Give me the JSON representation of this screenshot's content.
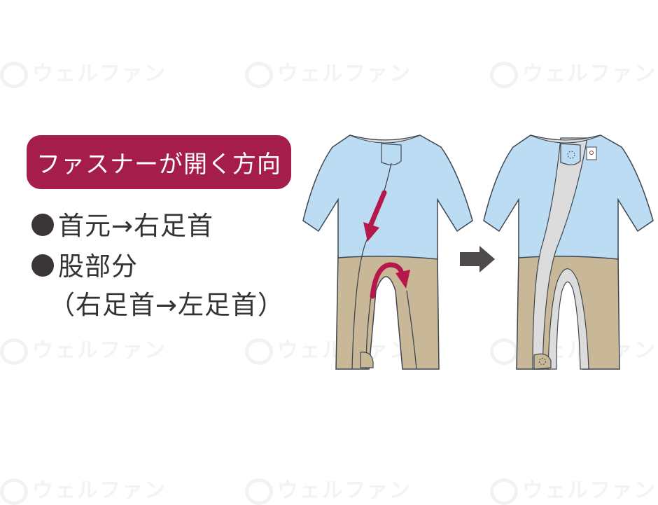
{
  "watermark": {
    "text": "ウェルファン",
    "color": "#f3f3f3"
  },
  "title": {
    "text": "ファスナーが開く方向",
    "bg_color": "#a51d4a",
    "text_color": "#ffffff"
  },
  "items": [
    {
      "bullet": "●",
      "text": "首元→右足首"
    },
    {
      "bullet": "●",
      "text": "股部分"
    },
    {
      "bullet": "",
      "text": "（右足首→左足首）"
    }
  ],
  "diagram": {
    "left_figure": "romper-closed-with-zipper-arrows",
    "transition_icon": "right-arrow-icon",
    "right_figure": "romper-opened-zipper",
    "colors": {
      "top": "#bcdcf3",
      "bottom": "#c9b897",
      "zipper_open": "#dcdcdc",
      "arrow": "#b5184a",
      "outline": "#3f4650",
      "transition_arrow": "#4f4a4b"
    }
  }
}
